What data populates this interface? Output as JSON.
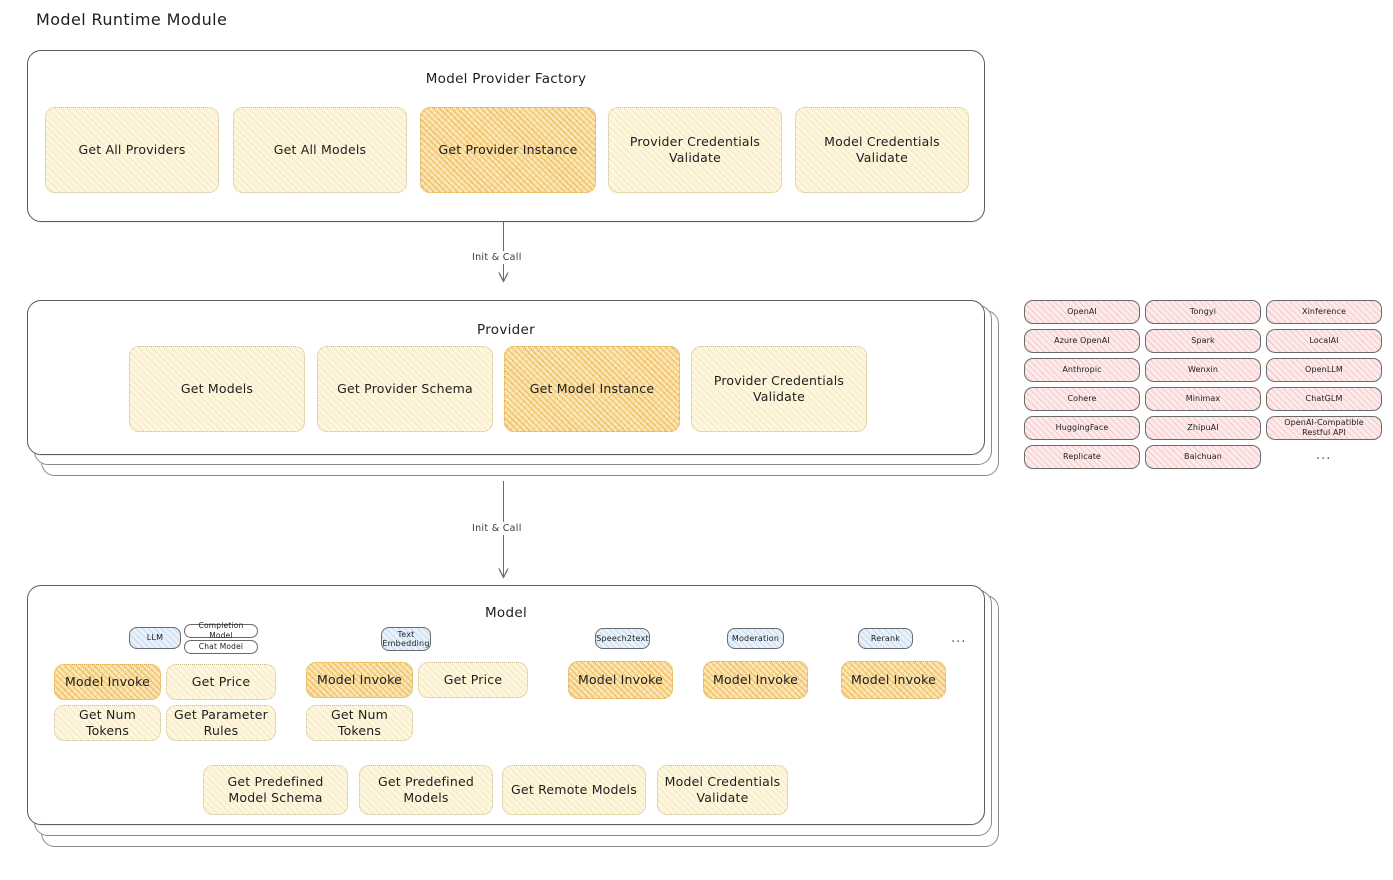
{
  "page": {
    "title": "Model Runtime Module"
  },
  "factory": {
    "title": "Model Provider Factory",
    "nodes": [
      {
        "label": "Get All Providers",
        "style": "yellow"
      },
      {
        "label": "Get All Models",
        "style": "yellow"
      },
      {
        "label": "Get Provider Instance",
        "style": "orange"
      },
      {
        "label": "Provider Credentials Validate",
        "style": "yellow"
      },
      {
        "label": "Model Credentials Validate",
        "style": "yellow"
      }
    ]
  },
  "arrows": [
    {
      "label": "Init & Call"
    },
    {
      "label": "Init & Call"
    }
  ],
  "provider": {
    "title": "Provider",
    "nodes": [
      {
        "label": "Get Models",
        "style": "yellow"
      },
      {
        "label": "Get Provider Schema",
        "style": "yellow"
      },
      {
        "label": "Get Model Instance",
        "style": "orange"
      },
      {
        "label": "Provider Credentials Validate",
        "style": "yellow"
      }
    ]
  },
  "provider_list": {
    "column1": [
      "OpenAI",
      "Azure OpenAI",
      "Anthropic",
      "Cohere",
      "HuggingFace",
      "Replicate"
    ],
    "column2": [
      "Tongyi",
      "Spark",
      "Wenxin",
      "Minimax",
      "ZhipuAI",
      "Baichuan"
    ],
    "column3": [
      "Xinference",
      "LocalAI",
      "OpenLLM",
      "ChatGLM",
      "OpenAI-Compatible Restful API"
    ],
    "more": "..."
  },
  "model": {
    "title": "Model",
    "more_badge": "...",
    "types": [
      {
        "badge": "LLM",
        "sub_badges": [
          "Completion Model",
          "Chat Model"
        ],
        "ops": [
          "Model Invoke",
          "Get Price",
          "Get Num Tokens",
          "Get Parameter Rules"
        ]
      },
      {
        "badge": "Text Embedding",
        "sub_badges": [],
        "ops": [
          "Model Invoke",
          "Get Price",
          "Get Num Tokens"
        ]
      },
      {
        "badge": "Speech2text",
        "sub_badges": [],
        "ops": [
          "Model Invoke"
        ]
      },
      {
        "badge": "Moderation",
        "sub_badges": [],
        "ops": [
          "Model Invoke"
        ]
      },
      {
        "badge": "Rerank",
        "sub_badges": [],
        "ops": [
          "Model Invoke"
        ]
      }
    ],
    "common_ops": [
      "Get Predefined Model Schema",
      "Get Predefined Models",
      "Get Remote Models",
      "Model Credentials Validate"
    ]
  }
}
